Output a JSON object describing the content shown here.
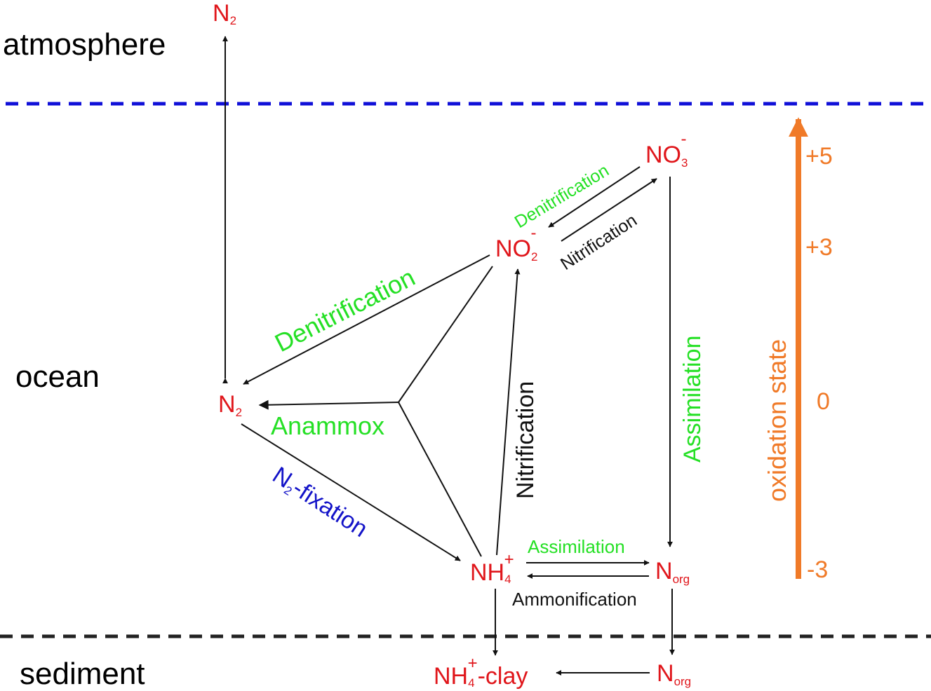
{
  "colors": {
    "species": "#e0161b",
    "process_green": "#25e025",
    "process_black": "#111111",
    "process_blue": "#1313c8",
    "scale": "#f07a28",
    "atmosphere_boundary": "#1010d8",
    "sediment_boundary": "#222222"
  },
  "zones": {
    "atmosphere": "atmosphere",
    "ocean": "ocean",
    "sediment": "sediment"
  },
  "species": {
    "n2_atm": {
      "main": "N",
      "sub": "2"
    },
    "n2_ocean": {
      "main": "N",
      "sub": "2"
    },
    "no3": {
      "main": "NO",
      "sub": "3",
      "sup": "-"
    },
    "no2": {
      "main": "NO",
      "sub": "2",
      "sup": "-"
    },
    "nh4": {
      "main": "NH",
      "sub": "4",
      "sup": "+"
    },
    "norg_ocean": {
      "main": "N",
      "sub": "org"
    },
    "nh4_clay": {
      "main": "NH",
      "sub": "4",
      "sup": "+",
      "suffix": "-clay"
    },
    "norg_sed": {
      "main": "N",
      "sub": "org"
    }
  },
  "processes": {
    "denit_no3_no2": "Denitrification",
    "nitri_no2_no3": "Nitrification",
    "denit_no2_n2": "Denitrification",
    "anammox": "Anammox",
    "n2_fixation": {
      "main": "N",
      "sub": "2",
      "suffix": "-fixation"
    },
    "nitri_nh4_no2": "Nitrification",
    "assim_no3_norg": "Assimilation",
    "assim_nh4_norg": "Assimilation",
    "ammonification": "Ammonification"
  },
  "oxidation_scale": {
    "label": "oxidation state",
    "ticks": [
      "+5",
      "+3",
      "0",
      "-3"
    ]
  }
}
